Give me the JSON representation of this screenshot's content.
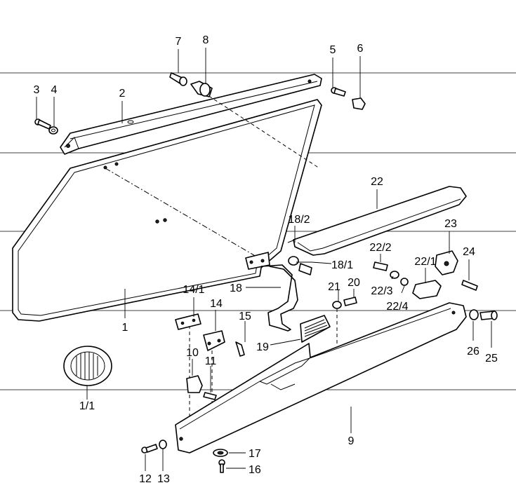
{
  "labels": {
    "p1": "1",
    "p1_1": "1/1",
    "p2": "2",
    "p3": "3",
    "p4": "4",
    "p5": "5",
    "p6": "6",
    "p7": "7",
    "p8": "8",
    "p9": "9",
    "p10": "10",
    "p11": "11",
    "p12": "12",
    "p13": "13",
    "p14": "14",
    "p14_1": "14/1",
    "p15": "15",
    "p16": "16",
    "p17": "17",
    "p18": "18",
    "p18_1": "18/1",
    "p18_2": "18/2",
    "p19": "19",
    "p20": "20",
    "p21": "21",
    "p22": "22",
    "p22_1": "22/1",
    "p22_2": "22/2",
    "p22_3": "22/3",
    "p22_4": "22/4",
    "p23": "23",
    "p24": "24",
    "p25": "25",
    "p26": "26"
  }
}
